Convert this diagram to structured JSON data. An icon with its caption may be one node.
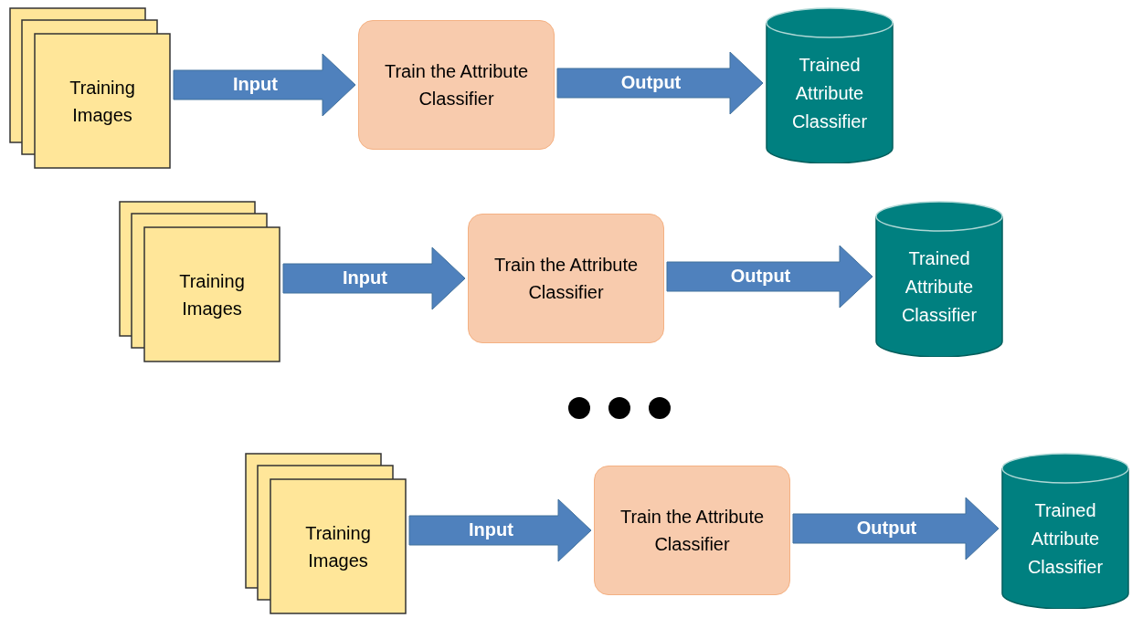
{
  "diagram": {
    "nodes": [
      {
        "text": [
          "Training Images"
        ]
      },
      {
        "text": [
          "Train the Attribute Classifier"
        ]
      },
      {
        "text": [
          "Trained Attribute Classifier"
        ]
      },
      {
        "text": [
          "Training Images"
        ]
      },
      {
        "text": [
          "Train the Attribute Classifier"
        ]
      },
      {
        "text": [
          "Trained Attribute Classifier"
        ]
      },
      {
        "text": [
          "Training Images"
        ]
      },
      {
        "text": [
          "Train the Attribute Classifier"
        ]
      },
      {
        "text": [
          "Trained Attribute Classifier"
        ]
      }
    ],
    "edges": [
      {
        "from": 0,
        "to": 1,
        "arrow": "to",
        "label": "Input"
      },
      {
        "from": 1,
        "to": 2,
        "arrow": "to",
        "label": "Output"
      },
      {
        "from": 3,
        "to": 4,
        "arrow": "to",
        "label": "Input"
      },
      {
        "from": 4,
        "to": 5,
        "arrow": "to",
        "label": "Output"
      },
      {
        "from": 6,
        "to": 7,
        "arrow": "to",
        "label": "Input"
      },
      {
        "from": 7,
        "to": 8,
        "arrow": "to",
        "label": "Output"
      }
    ]
  }
}
